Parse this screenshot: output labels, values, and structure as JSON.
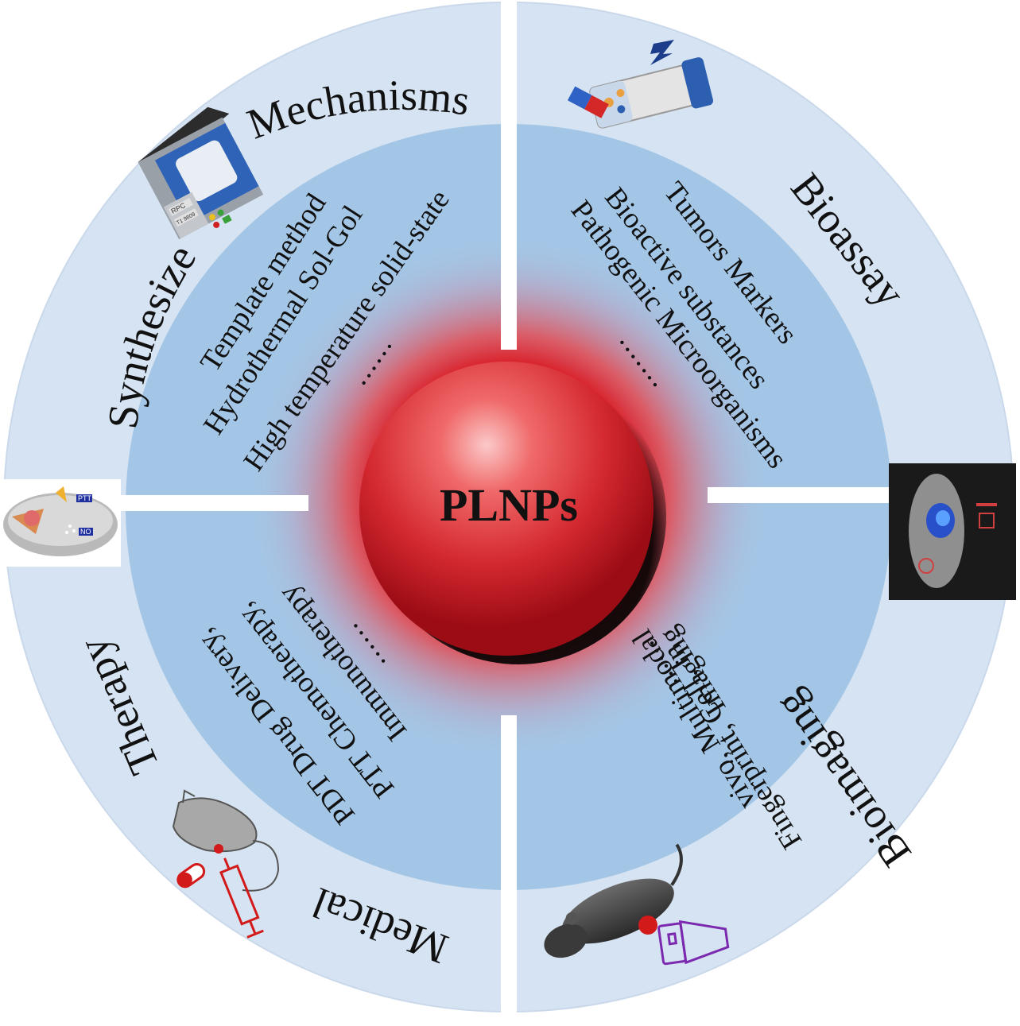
{
  "center": {
    "label": "PLNPs"
  },
  "quadrants": {
    "synthesize": {
      "titles": [
        "Mechanisms",
        "Synthesize"
      ],
      "items": [
        "Template method",
        "Hydrothermal   Sol-Gol",
        "High temperature solid-state"
      ],
      "ellipsis": "......"
    },
    "bioassay": {
      "titles": [
        "Bioassay"
      ],
      "items": [
        "Tumors  Markers",
        "Bioactive substances",
        "Pathogenic  Microorganisms"
      ],
      "ellipsis": "......."
    },
    "bioimaging": {
      "titles": [
        "Bioimaging"
      ],
      "items": [
        "Fingerprint, Cell, In",
        "vivo, Multimodal",
        "Imaging"
      ],
      "ellipsis": "......"
    },
    "therapy": {
      "titles": [
        "Medical",
        "Therapy"
      ],
      "items": [
        "PDT Drug Delivery,",
        "PTT Chemotherapy,",
        "Immunotherapy"
      ],
      "ellipsis": "......"
    }
  },
  "icon_labels": {
    "therapy_scheme_ptt": "PTT",
    "therapy_scheme_no": "NO",
    "instrument_a": "RPC",
    "instrument_b": "T1 9809"
  },
  "colors": {
    "outer_ring": "#d6e3f2",
    "inner_ring": "#a4c6e6",
    "divider": "#ffffff",
    "sphere": "#e0252d",
    "glow": "#d8101a"
  }
}
